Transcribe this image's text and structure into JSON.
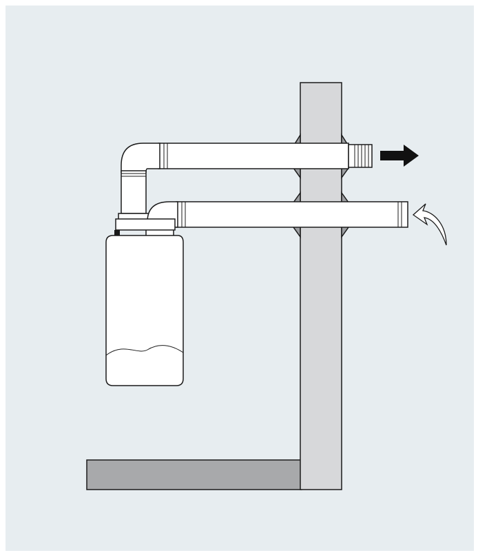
{
  "colors": {
    "background": "#e7edf0",
    "outline": "#1a1a1a",
    "pipe_fill": "#ffffff",
    "wall_fill": "#d7d8da",
    "floor_fill": "#a8a9ab",
    "seal_fill": "#9c9ea1",
    "arrow_fill": "#111111"
  },
  "components": {
    "boiler": "boiler",
    "flue_pipe": "flue-pipe",
    "air_intake_pipe": "air-intake-pipe",
    "wall": "wall",
    "floor": "floor",
    "exhaust_arrow": "arrow-right-icon",
    "intake_arrow": "curved-arrow-icon"
  }
}
